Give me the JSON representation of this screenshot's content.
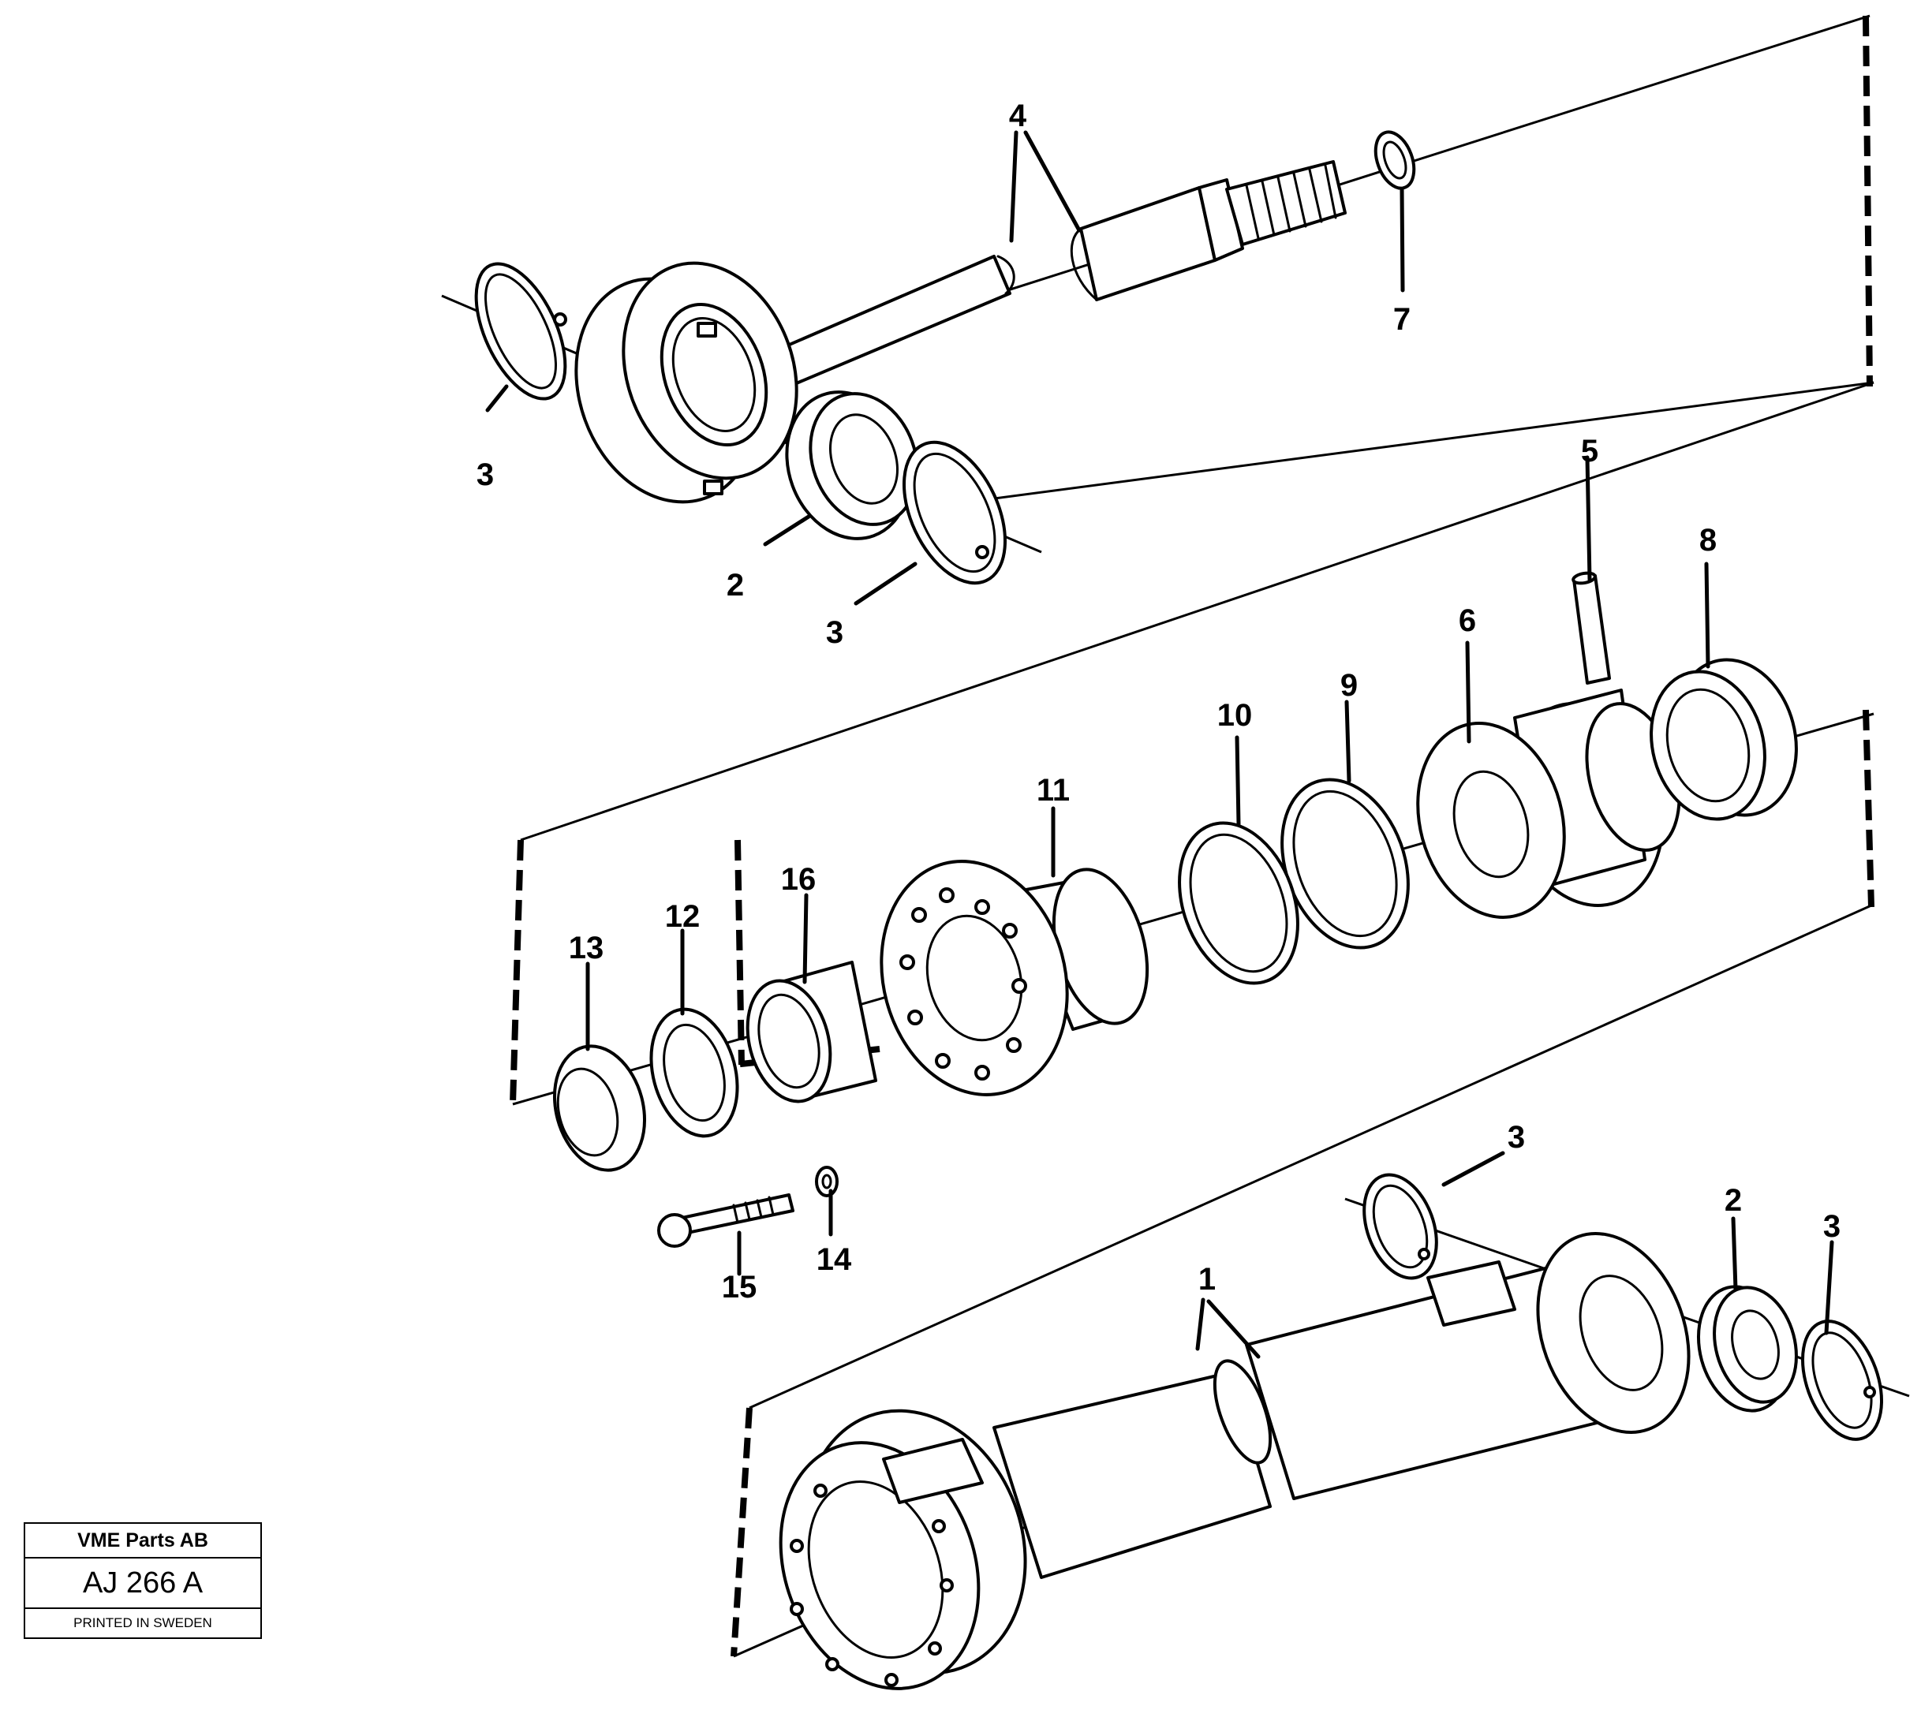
{
  "callouts": {
    "c1": "1",
    "c2a": "2",
    "c2b": "2",
    "c3a": "3",
    "c3b": "3",
    "c3c": "3",
    "c3d": "3",
    "c4": "4",
    "c5": "5",
    "c6": "6",
    "c7": "7",
    "c8": "8",
    "c9": "9",
    "c10": "10",
    "c11": "11",
    "c12": "12",
    "c13": "13",
    "c14": "14",
    "c15": "15",
    "c16": "16"
  },
  "stamp": {
    "company": "VME Parts AB",
    "code": "AJ 266  A",
    "printed": "PRINTED IN SWEDEN"
  }
}
